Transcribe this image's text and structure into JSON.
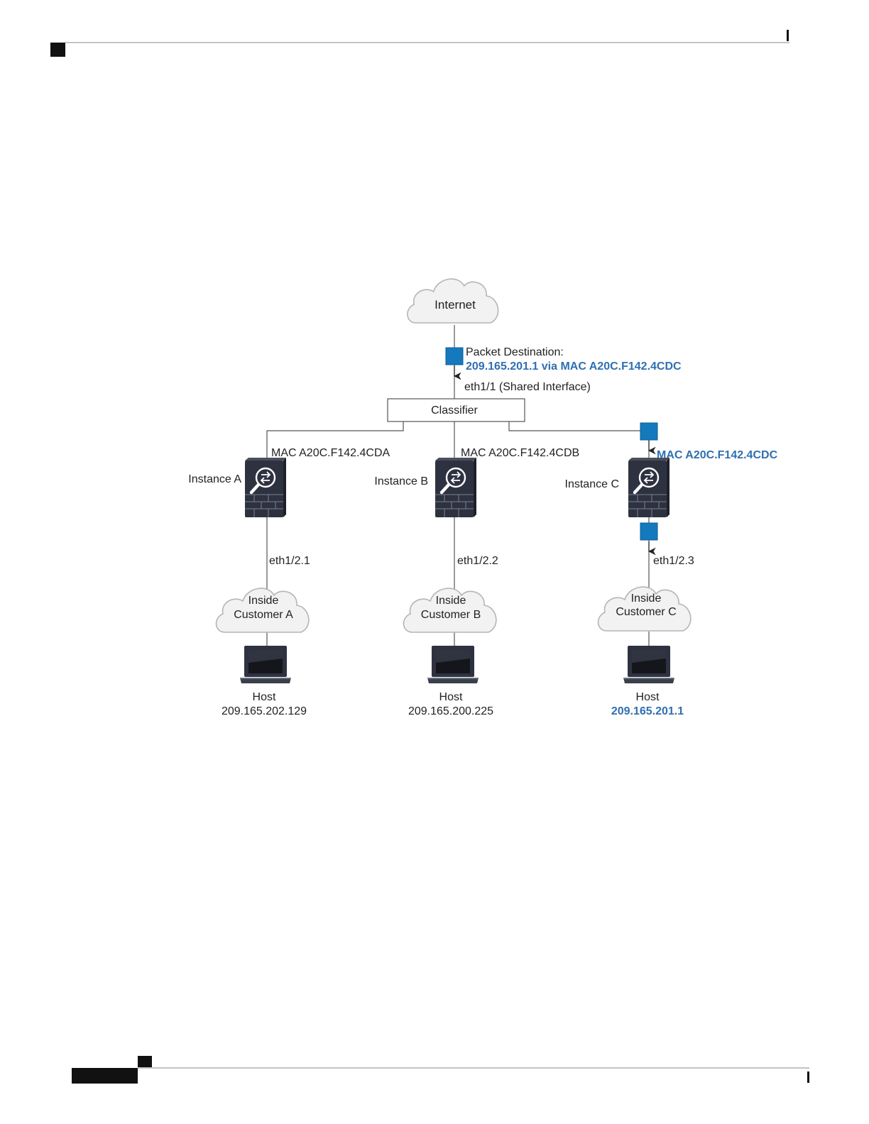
{
  "colors": {
    "accent": "#2f6fb0",
    "packet": "#1479bd",
    "device_dark": "#2e3240",
    "line": "#555555",
    "cloud_fill": "#f2f2f2",
    "cloud_stroke": "#b5b5b5"
  },
  "icons": {
    "cloud": "cloud-icon",
    "firewall": "firewall-icon",
    "laptop": "laptop-icon",
    "packet": "packet-square-icon",
    "arrow": "arrow-down-icon"
  },
  "internet": {
    "label": "Internet"
  },
  "packet": {
    "label": "Packet Destination:",
    "destination": "209.165.201.1 via MAC A20C.F142.4CDC"
  },
  "shared_interface": "eth1/1 (Shared Interface)",
  "classifier": {
    "label": "Classifier"
  },
  "instances": [
    {
      "name": "Instance A",
      "mac": "MAC A20C.F142.4CDA",
      "interface": "eth1/2.1",
      "cloud_line1": "Inside",
      "cloud_line2": "Customer A",
      "host_label": "Host",
      "host_ip": "209.165.202.129",
      "highlighted": false
    },
    {
      "name": "Instance B",
      "mac": "MAC A20C.F142.4CDB",
      "interface": "eth1/2.2",
      "cloud_line1": "Inside",
      "cloud_line2": "Customer B",
      "host_label": "Host",
      "host_ip": "209.165.200.225",
      "highlighted": false
    },
    {
      "name": "Instance C",
      "mac": "MAC A20C.F142.4CDC",
      "interface": "eth1/2.3",
      "cloud_line1": "Inside",
      "cloud_line2": "Customer C",
      "host_label": "Host",
      "host_ip": "209.165.201.1",
      "highlighted": true
    }
  ]
}
